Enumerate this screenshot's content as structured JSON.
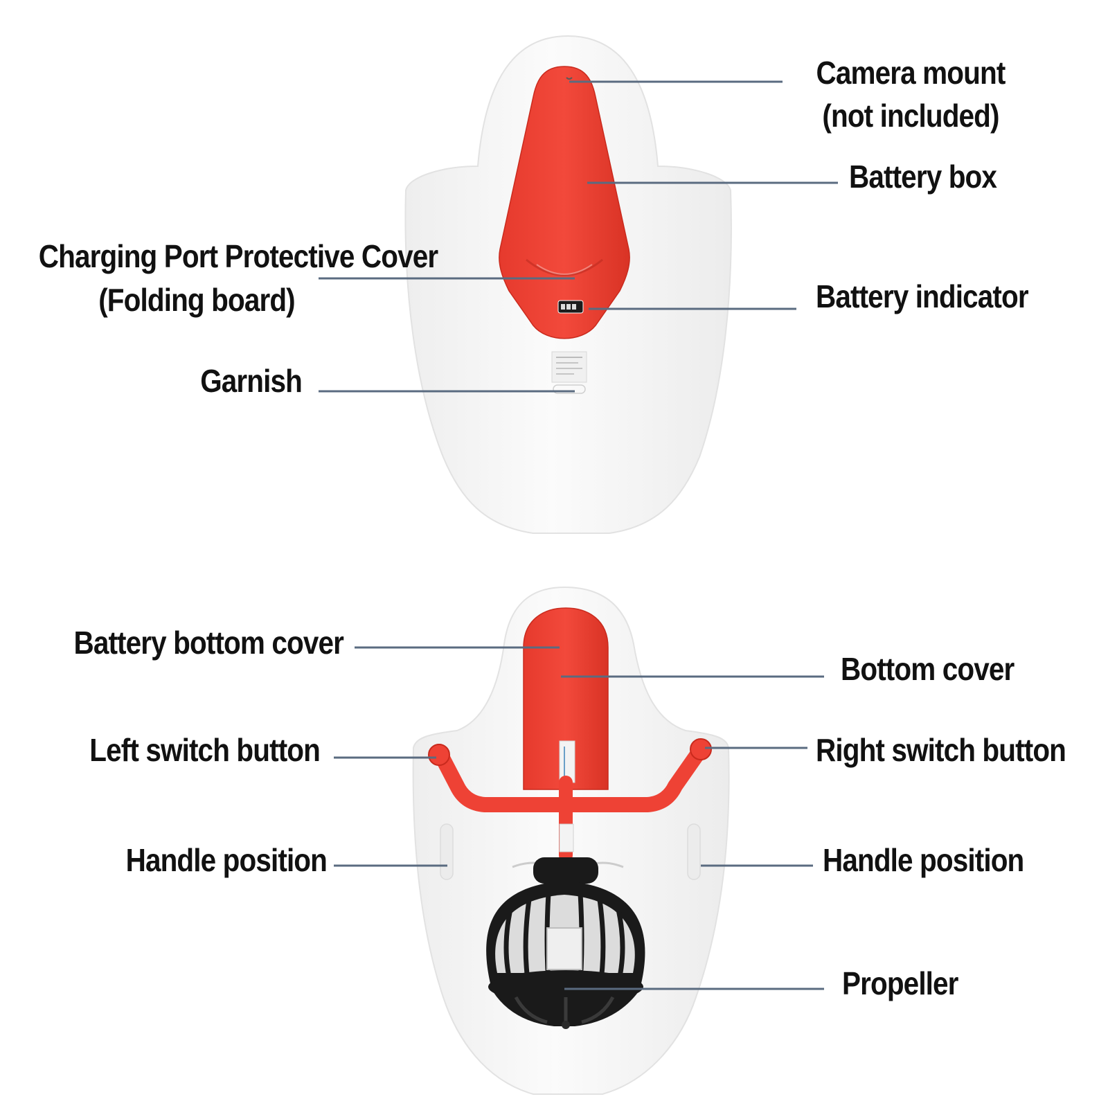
{
  "labels": {
    "camera_mount": "Camera mount",
    "camera_mount_note": "(not included)",
    "battery_box": "Battery box",
    "charging_port_cover": "Charging Port Protective Cover",
    "charging_port_cover_note": "(Folding board)",
    "battery_indicator": "Battery indicator",
    "garnish": "Garnish",
    "battery_bottom_cover": "Battery bottom cover",
    "bottom_cover": "Bottom cover",
    "left_switch_button": "Left switch button",
    "right_switch_button": "Right switch button",
    "handle_position_left": "Handle position",
    "handle_position_right": "Handle position",
    "propeller": "Propeller"
  },
  "colors": {
    "body": "#f6f6f6",
    "outline": "#e2e2e2",
    "accent_red": "#ee4235",
    "leader_line": "#5a6b80",
    "propeller": "#1a1a1a",
    "text": "#111111"
  },
  "icons": {
    "top_view": "water-scooter-top-view",
    "bottom_view": "water-scooter-bottom-view"
  }
}
